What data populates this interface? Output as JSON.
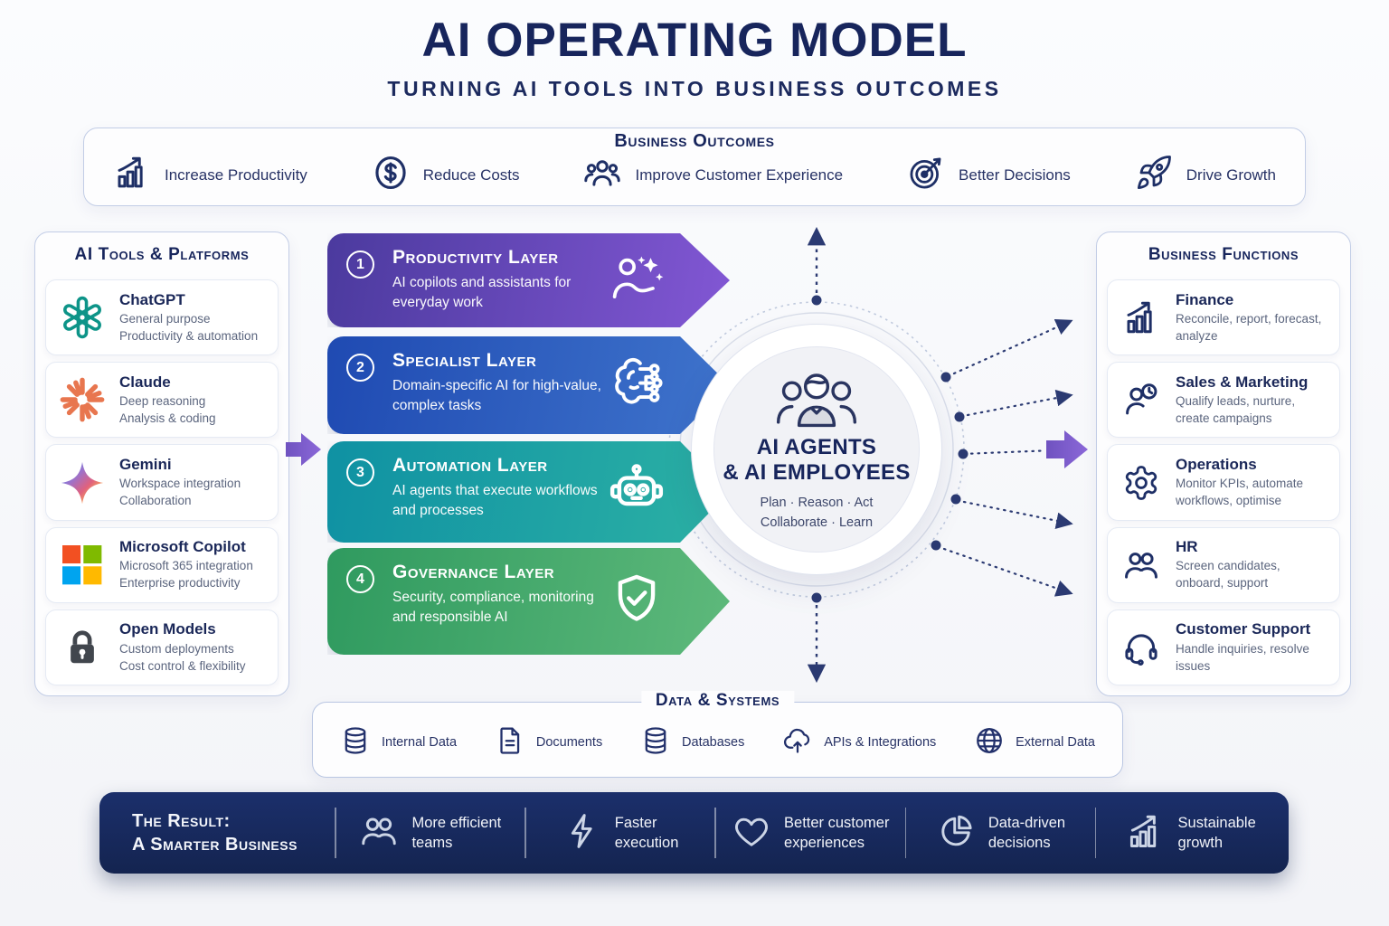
{
  "header": {
    "title": "AI OPERATING MODEL",
    "subtitle": "TURNING AI TOOLS INTO BUSINESS OUTCOMES"
  },
  "outcomes": {
    "title": "Business Outcomes",
    "items": [
      {
        "icon": "chart-growth-icon",
        "label": "Increase Productivity"
      },
      {
        "icon": "dollar-coin-icon",
        "label": "Reduce Costs"
      },
      {
        "icon": "people-group-icon",
        "label": "Improve Customer Experience"
      },
      {
        "icon": "target-icon",
        "label": "Better Decisions"
      },
      {
        "icon": "rocket-icon",
        "label": "Drive Growth"
      }
    ]
  },
  "tools": {
    "title": "AI Tools & Platforms",
    "items": [
      {
        "icon": "chatgpt-logo-icon",
        "name": "ChatGPT",
        "line1": "General purpose",
        "line2": "Productivity & automation"
      },
      {
        "icon": "claude-logo-icon",
        "name": "Claude",
        "line1": "Deep reasoning",
        "line2": "Analysis & coding"
      },
      {
        "icon": "gemini-logo-icon",
        "name": "Gemini",
        "line1": "Workspace integration",
        "line2": "Collaboration"
      },
      {
        "icon": "microsoft-logo-icon",
        "name": "Microsoft Copilot",
        "line1": "Microsoft 365 integration",
        "line2": "Enterprise productivity"
      },
      {
        "icon": "padlock-icon",
        "name": "Open Models",
        "line1": "Custom deployments",
        "line2": "Cost control & flexibility"
      }
    ]
  },
  "layers": {
    "items": [
      {
        "number": "1",
        "icon": "person-sparkles-icon",
        "title": "Productivity Layer",
        "desc": "AI copilots and assistants for everyday work"
      },
      {
        "number": "2",
        "icon": "brain-circuit-icon",
        "title": "Specialist Layer",
        "desc": "Domain-specific AI for high-value, complex tasks"
      },
      {
        "number": "3",
        "icon": "robot-icon",
        "title": "Automation Layer",
        "desc": "AI agents that execute workflows and processes"
      },
      {
        "number": "4",
        "icon": "shield-check-icon",
        "title": "Governance Layer",
        "desc": "Security, compliance, monitoring and responsible AI"
      }
    ]
  },
  "center": {
    "icon": "team-icon",
    "title1": "AI AGENTS",
    "title2": "& AI EMPLOYEES",
    "line1": "Plan · Reason · Act",
    "line2": "Collaborate · Learn"
  },
  "functions": {
    "title": "Business Functions",
    "items": [
      {
        "icon": "finance-chart-icon",
        "name": "Finance",
        "desc": "Reconcile, report, forecast, analyze"
      },
      {
        "icon": "person-clock-icon",
        "name": "Sales & Marketing",
        "desc": "Qualify leads, nurture, create campaigns"
      },
      {
        "icon": "gear-icon",
        "name": "Operations",
        "desc": "Monitor KPIs, automate workflows, optimise"
      },
      {
        "icon": "people-pair-icon",
        "name": "HR",
        "desc": "Screen candidates, onboard, support"
      },
      {
        "icon": "headset-icon",
        "name": "Customer Support",
        "desc": "Handle inquiries, resolve issues"
      }
    ]
  },
  "data_systems": {
    "title": "Data & Systems",
    "items": [
      {
        "icon": "database-icon",
        "label": "Internal Data"
      },
      {
        "icon": "document-icon",
        "label": "Documents"
      },
      {
        "icon": "database-icon",
        "label": "Databases"
      },
      {
        "icon": "cloud-upload-icon",
        "label": "APIs & Integrations"
      },
      {
        "icon": "globe-icon",
        "label": "External Data"
      }
    ]
  },
  "result": {
    "title_line1": "The Result:",
    "title_line2": "A Smarter Business",
    "items": [
      {
        "icon": "people-pair-icon",
        "line1": "More efficient",
        "line2": "teams"
      },
      {
        "icon": "lightning-icon",
        "line1": "Faster",
        "line2": "execution"
      },
      {
        "icon": "heart-icon",
        "line1": "Better customer",
        "line2": "experiences"
      },
      {
        "icon": "pie-chart-icon",
        "line1": "Data-driven",
        "line2": "decisions"
      },
      {
        "icon": "growth-bars-icon",
        "line1": "Sustainable",
        "line2": "growth"
      }
    ]
  },
  "colors": {
    "navy_text": "#17255c",
    "footer_navy": "#16285c",
    "purple_arrow": "#7e5fc8",
    "layer1_gradient": [
      "#4b3a9e",
      "#8257d4"
    ],
    "layer2_gradient": [
      "#1f4ab2",
      "#3f74cc"
    ],
    "layer3_gradient": [
      "#0f91a3",
      "#2cb1a4"
    ],
    "layer4_gradient": [
      "#2f9a5f",
      "#5eb97b"
    ],
    "chatgpt_teal": "#0d9488",
    "claude_orange": "#e8764f",
    "microsoft": [
      "#f25022",
      "#7fba00",
      "#00a4ef",
      "#ffb900"
    ]
  }
}
